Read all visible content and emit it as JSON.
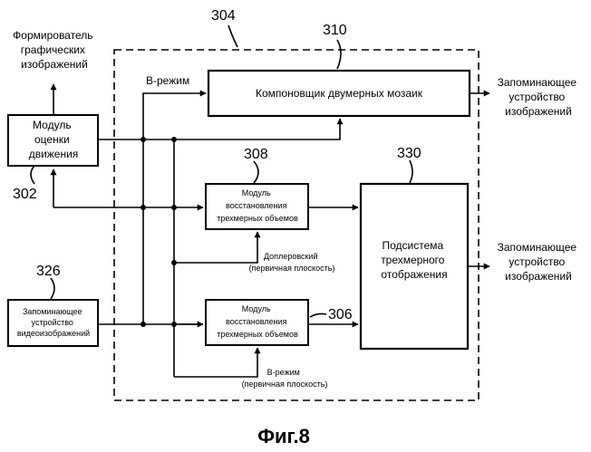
{
  "labels": {
    "graphics_former": [
      "Формирователь",
      "графических",
      "изображений"
    ],
    "motion_module": [
      "Модуль",
      "оценки",
      "движения"
    ],
    "mosaic_composer": "Компоновщик двумерных мозаик",
    "recon_upper": [
      "Модуль",
      "восстановления",
      "трехмерных объемов"
    ],
    "recon_lower": [
      "Модуль",
      "восстановления",
      "трехмерных объемов"
    ],
    "display_subsystem": [
      "Подсистема",
      "трехмерного",
      "отображения"
    ],
    "image_store_top": [
      "Запоминающее",
      "устройство",
      "изображений"
    ],
    "image_store_mid": [
      "Запоминающее",
      "устройство",
      "изображений"
    ],
    "video_store": [
      "Запоминающее",
      "устройство",
      "видеоизображений"
    ],
    "b_mode_top": "В-режим",
    "doppler": [
      "Доплеровский",
      "(первичная плоскость)"
    ],
    "b_mode_bottom": [
      "В-режим",
      "(первичная плоскость)"
    ]
  },
  "refs": {
    "r304": "304",
    "r310": "310",
    "r308": "308",
    "r330": "330",
    "r302": "302",
    "r326": "326",
    "r306": "306"
  },
  "caption": "Фиг.8"
}
